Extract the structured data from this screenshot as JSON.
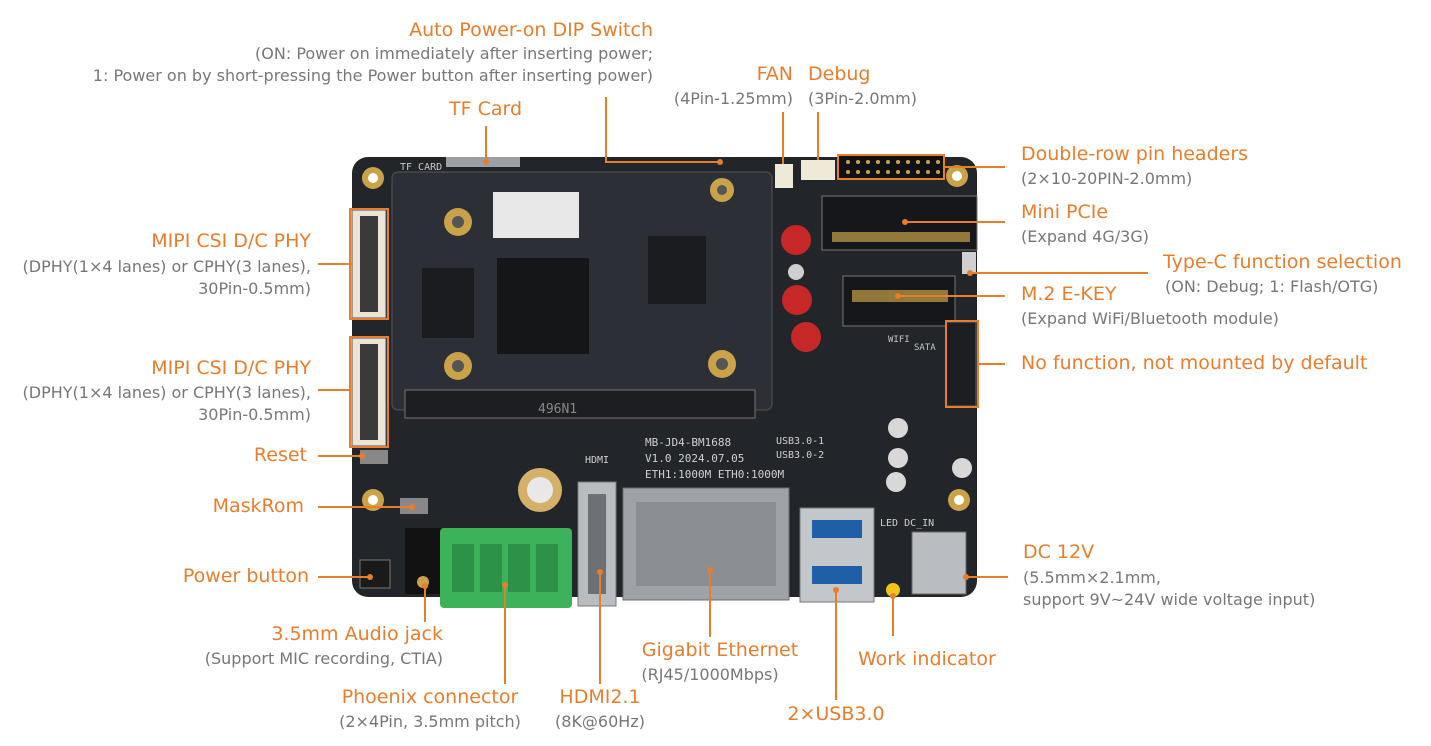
{
  "colors": {
    "accent": "#e87d2c",
    "subtext": "#777777",
    "board": "#22252a",
    "module": "#2c3036"
  },
  "labels": {
    "dip_switch": {
      "title": "Auto Power-on DIP Switch",
      "sub1": "(ON: Power on immediately after inserting power;",
      "sub2": "1: Power on by short-pressing the Power button after inserting power)"
    },
    "tf_card": {
      "title": "TF Card"
    },
    "fan": {
      "title": "FAN",
      "sub": "(4Pin-1.25mm)"
    },
    "debug": {
      "title": "Debug",
      "sub": "(3Pin-2.0mm)"
    },
    "pin_headers": {
      "title": "Double-row pin headers",
      "sub": "(2×10-20PIN-2.0mm)"
    },
    "mini_pcie": {
      "title": "Mini PCIe",
      "sub": "(Expand 4G/3G)"
    },
    "typec_sel": {
      "title": "Type-C function selection",
      "sub": "(ON: Debug; 1: Flash/OTG)"
    },
    "m2_ekey": {
      "title": "M.2 E-KEY",
      "sub": "(Expand WiFi/Bluetooth module)"
    },
    "no_function": {
      "title": "No function, not mounted by default"
    },
    "mipi1": {
      "title": "MIPI CSI D/C PHY",
      "sub1": "(DPHY(1×4 lanes) or CPHY(3 lanes),",
      "sub2": "30Pin-0.5mm)"
    },
    "mipi2": {
      "title": "MIPI CSI D/C PHY",
      "sub1": "(DPHY(1×4 lanes) or CPHY(3 lanes),",
      "sub2": "30Pin-0.5mm)"
    },
    "reset": {
      "title": "Reset"
    },
    "maskrom": {
      "title": "MaskRom"
    },
    "power_button": {
      "title": "Power button"
    },
    "audio_jack": {
      "title": "3.5mm Audio jack",
      "sub": "(Support MIC recording, CTIA)"
    },
    "phoenix": {
      "title": "Phoenix connector",
      "sub": "(2×4Pin, 3.5mm pitch)"
    },
    "hdmi": {
      "title": "HDMI2.1",
      "sub": "(8K@60Hz)"
    },
    "ethernet": {
      "title": "Gigabit Ethernet",
      "sub": "(RJ45/1000Mbps)"
    },
    "usb": {
      "title": "2×USB3.0"
    },
    "work_indicator": {
      "title": "Work indicator"
    },
    "dc": {
      "title": "DC 12V",
      "sub1": "(5.5mm×2.1mm,",
      "sub2": "support 9V~24V wide voltage input)"
    }
  },
  "silkscreen": {
    "tf_card": "TF CARD",
    "board_model": "MB-JD4-BM1688",
    "board_version": "V1.0 2024.07.05",
    "eth": "ETH1:1000M ETH0:1000M",
    "usb1": "USB3.0-1",
    "usb2": "USB3.0-2",
    "hdmi": "HDMI",
    "led_dc": "LED DC_IN",
    "wifi": "WIFI",
    "sata": "SATA",
    "module_code": "496N1"
  }
}
